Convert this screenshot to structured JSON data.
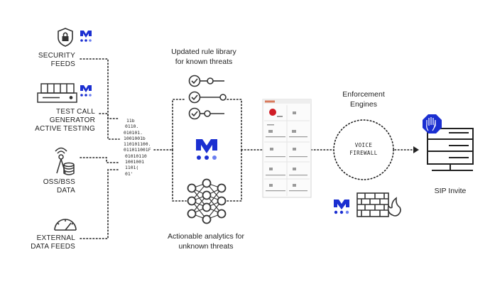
{
  "sources": {
    "security": [
      "SECURITY",
      "FEEDS"
    ],
    "test_call": [
      "TEST CALL",
      "GENERATOR",
      "ACTIVE TESTING"
    ],
    "oss": [
      "OSS/BSS",
      "DATA"
    ],
    "external": [
      "EXTERNAL",
      "DATA FEEDS"
    ]
  },
  "binary_lines": [
    "11b",
    "0110.",
    "010101.",
    "1001001b",
    "110101100.",
    "011011001F",
    "01010110",
    "1001001",
    "1101(",
    "01'"
  ],
  "rule_library": [
    "Updated rule library",
    "for known threats"
  ],
  "analytics": [
    "Actionable analytics for",
    "unknown threats"
  ],
  "enforcement": [
    "Enforcement",
    "Engines"
  ],
  "voice_firewall": [
    "VOICE",
    "FIREWALL"
  ],
  "sip_invite": "SIP Invite",
  "colors": {
    "brand_blue": "#1b2fd1",
    "brand_dark": "#10147a",
    "alert_red": "#d01d26",
    "line": "#222222"
  }
}
